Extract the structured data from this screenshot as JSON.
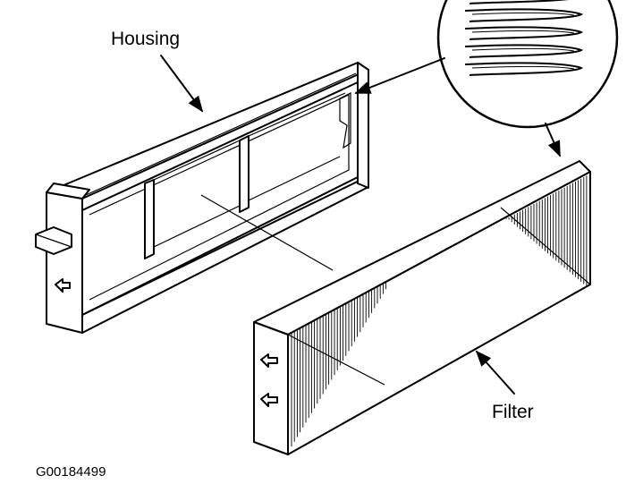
{
  "labels": {
    "housing": "Housing",
    "filter": "Filter",
    "figure_code": "G00184499"
  },
  "colors": {
    "ink": "#000000",
    "background": "#ffffff"
  },
  "icons": {
    "housing_direction_arrow": "left-arrow-icon",
    "filter_direction_arrows": "left-arrow-icon"
  }
}
